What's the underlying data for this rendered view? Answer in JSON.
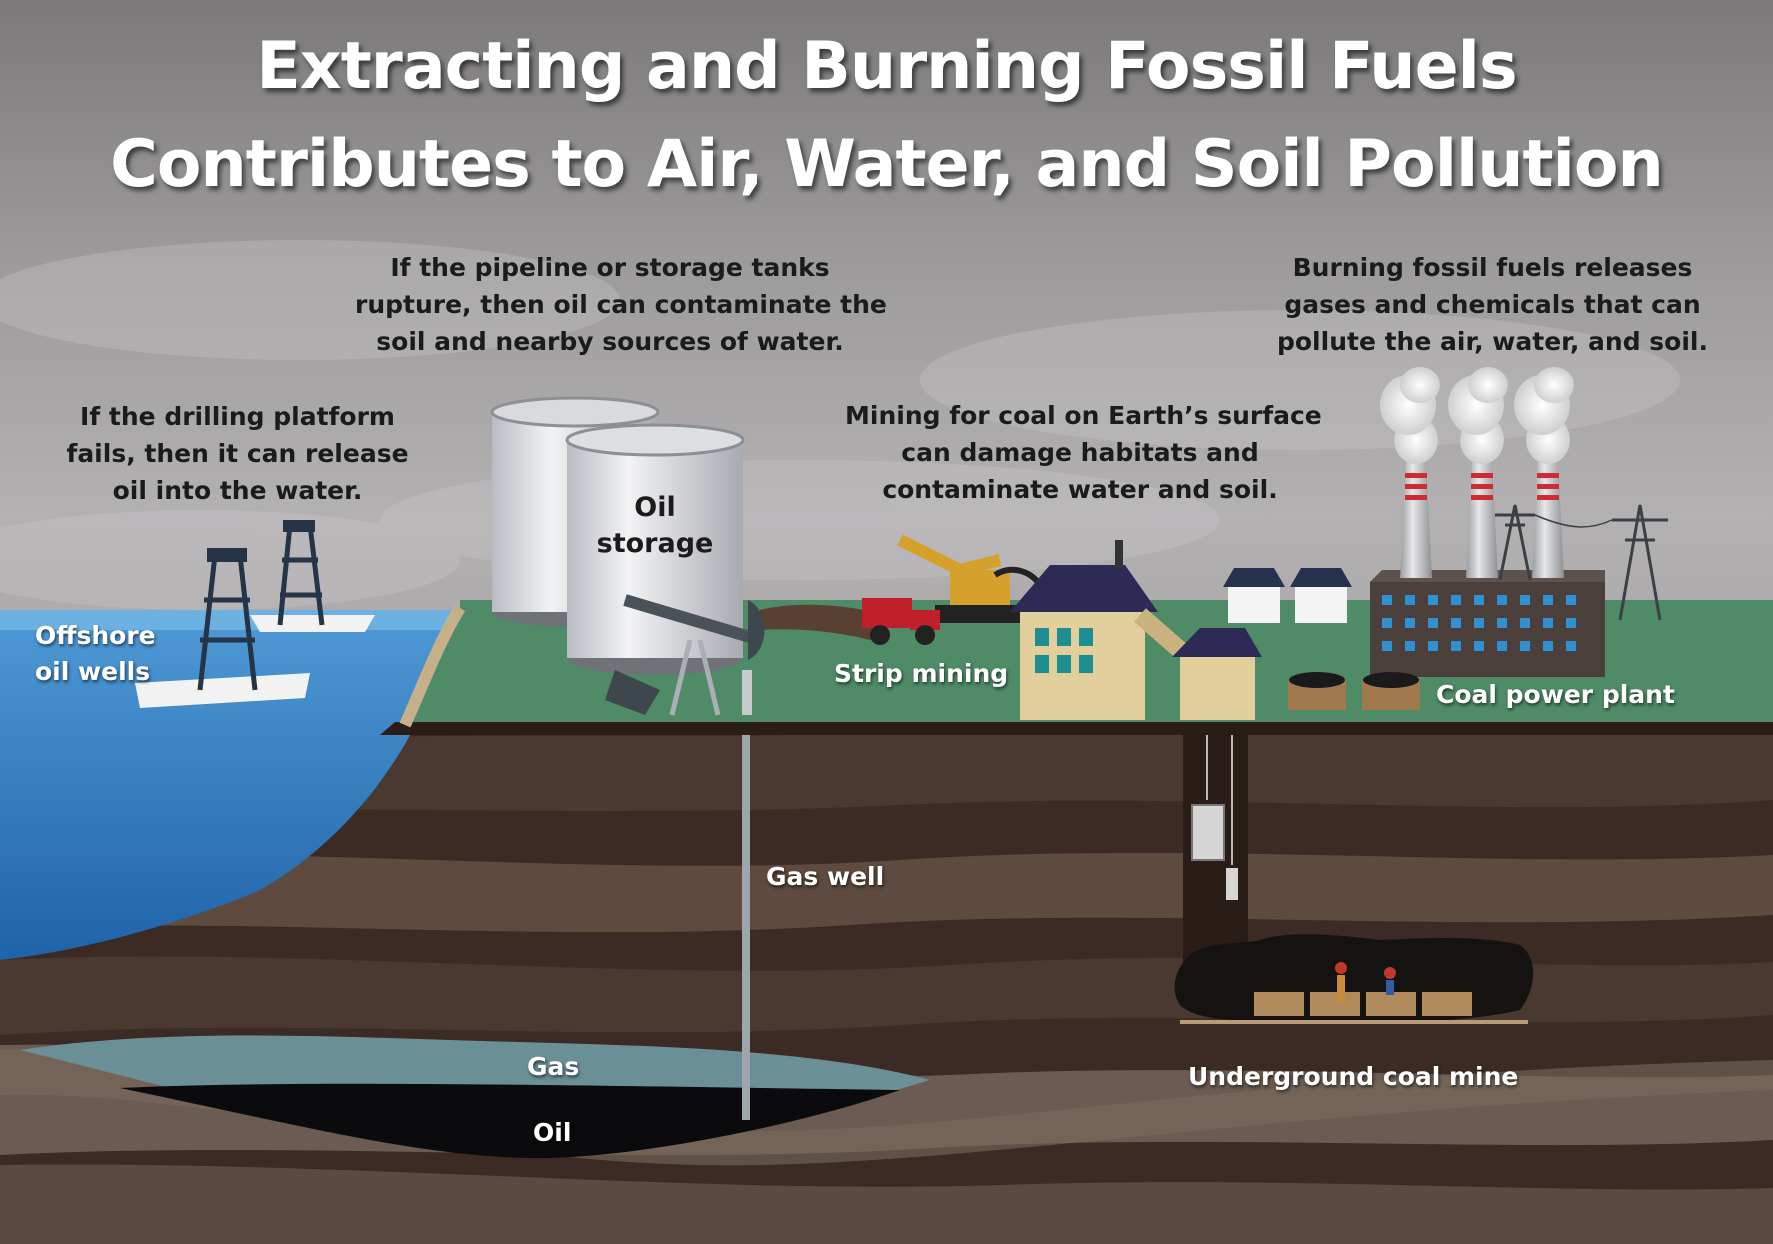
{
  "title": {
    "line1": "Extracting and Burning Fossil Fuels",
    "line2": "Contributes to Air, Water, and Soil Pollution"
  },
  "notes": {
    "pipeline": [
      "If the pipeline or storage tanks",
      "rupture, then oil can contaminate the",
      "soil and nearby sources of water."
    ],
    "burning": [
      "Burning fossil fuels releases",
      "gases and chemicals that can",
      "pollute the air, water, and soil."
    ],
    "drilling": [
      "If the drilling platform",
      "fails, then it can release",
      "oil into the water."
    ],
    "mining": [
      "Mining for coal on Earth’s surface",
      "can damage habitats and",
      "contaminate water and soil."
    ]
  },
  "labels": {
    "offshore": [
      "Offshore",
      "oil wells"
    ],
    "oil_storage": [
      "Oil",
      "storage"
    ],
    "strip_mining": "Strip mining",
    "coal_power_plant": "Coal power plant",
    "gas_well": "Gas well",
    "gas": "Gas",
    "oil": "Oil",
    "underground_coal_mine": "Underground coal mine"
  },
  "colors": {
    "sky": "#8a8888",
    "sea": "#2f7cc4",
    "grass": "#4f8b67",
    "soil_dark": "#3b2b24",
    "soil_light": "#5e4a3f",
    "gas_pocket": "#6b8f96",
    "oil_pocket": "#0b0b0d"
  }
}
